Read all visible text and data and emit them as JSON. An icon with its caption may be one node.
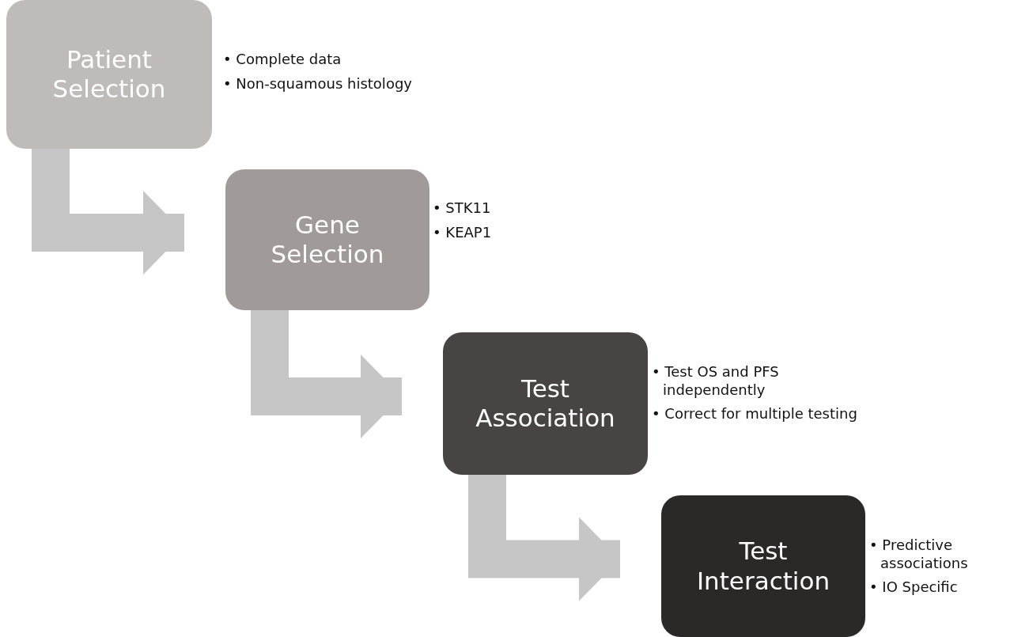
{
  "diagram": {
    "nodes": [
      {
        "text": [
          "Patient Selection"
        ],
        "beside": [
          "• Complete data",
          "• Non-squamous histology"
        ]
      },
      {
        "text": [
          "Gene Selection"
        ],
        "beside": [
          "• STK11",
          "• KEAP1"
        ]
      },
      {
        "text": [
          "Test Association"
        ],
        "beside": [
          "• Test OS and PFS independently",
          "• Correct for multiple testing"
        ]
      },
      {
        "text": [
          "Test Interaction"
        ],
        "beside": [
          "• Predictive associations",
          "• IO Specific"
        ]
      }
    ],
    "edges": [
      {
        "from": 0,
        "to": 1,
        "arrow": "to"
      },
      {
        "from": 1,
        "to": 2,
        "arrow": "to"
      },
      {
        "from": 2,
        "to": 3,
        "arrow": "to"
      }
    ]
  }
}
